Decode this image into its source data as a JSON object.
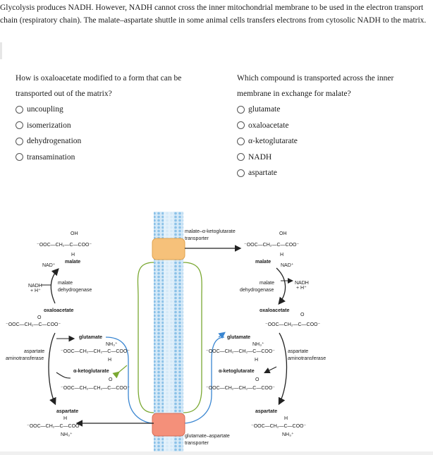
{
  "intro": "Glycolysis produces NADH. However, NADH cannot cross the inner mitochondrial membrane to be used in the electron transport chain (respiratory chain). The malate–aspartate shuttle in some animal cells transfers electrons from cytosolic NADH to the matrix.",
  "question1": {
    "prompt": "How is oxaloacetate modified to a form that can be transported out of the matrix?",
    "options": [
      "uncoupling",
      "isomerization",
      "dehydrogenation",
      "transamination"
    ]
  },
  "question2": {
    "prompt": "Which compound is transported across the inner membrane in exchange for malate?",
    "options": [
      "glutamate",
      "oxaloacetate",
      "α-ketoglutarate",
      "NADH",
      "aspartate"
    ]
  },
  "diagram": {
    "transporter_top": "malate–α-ketoglutarate transporter",
    "transporter_top_l1": "malate–α-ketoglutarate",
    "transporter_top_l2": "transporter",
    "transporter_bottom_l1": "glutamate–aspartate",
    "transporter_bottom_l2": "transporter",
    "malate": "malate",
    "oxaloacetate": "oxaloacetate",
    "glutamate": "glutamate",
    "akg": "α-ketoglutarate",
    "aspartate": "aspartate",
    "mdh_l1": "malate",
    "mdh_l2": "dehydrogenase",
    "ast_l1": "aspartate",
    "ast_l2": "aminotransferase",
    "nad": "NAD⁺",
    "nadh_l1": "NADH",
    "nadh_l2": "+ H⁺",
    "malate_formula": "⁻OOC—CH₂—C—COO⁻",
    "malate_oh": "OH",
    "malate_h": "H",
    "oxalo_formula": "⁻OOC—CH₂—C—COO⁻",
    "oxalo_o": "O",
    "glut_formula": "⁻OOC—CH₂—CH₂—C—COO⁻",
    "glut_nh3": "NH₃⁺",
    "glut_h": "H",
    "akg_formula": "⁻OOC—CH₂—CH₂—C—COO⁻",
    "akg_o": "O",
    "asp_formula": "⁻OOC—CH₂—C—COO⁻",
    "asp_h": "H",
    "asp_nh3": "NH₃⁺"
  },
  "colors": {
    "membrane": "#a9d3ef",
    "transporter_top": "#f6c17a",
    "transporter_bottom": "#f4907a",
    "green_line": "#7aa832",
    "blue_line": "#3a86d1",
    "text": "#1a1a1a"
  }
}
